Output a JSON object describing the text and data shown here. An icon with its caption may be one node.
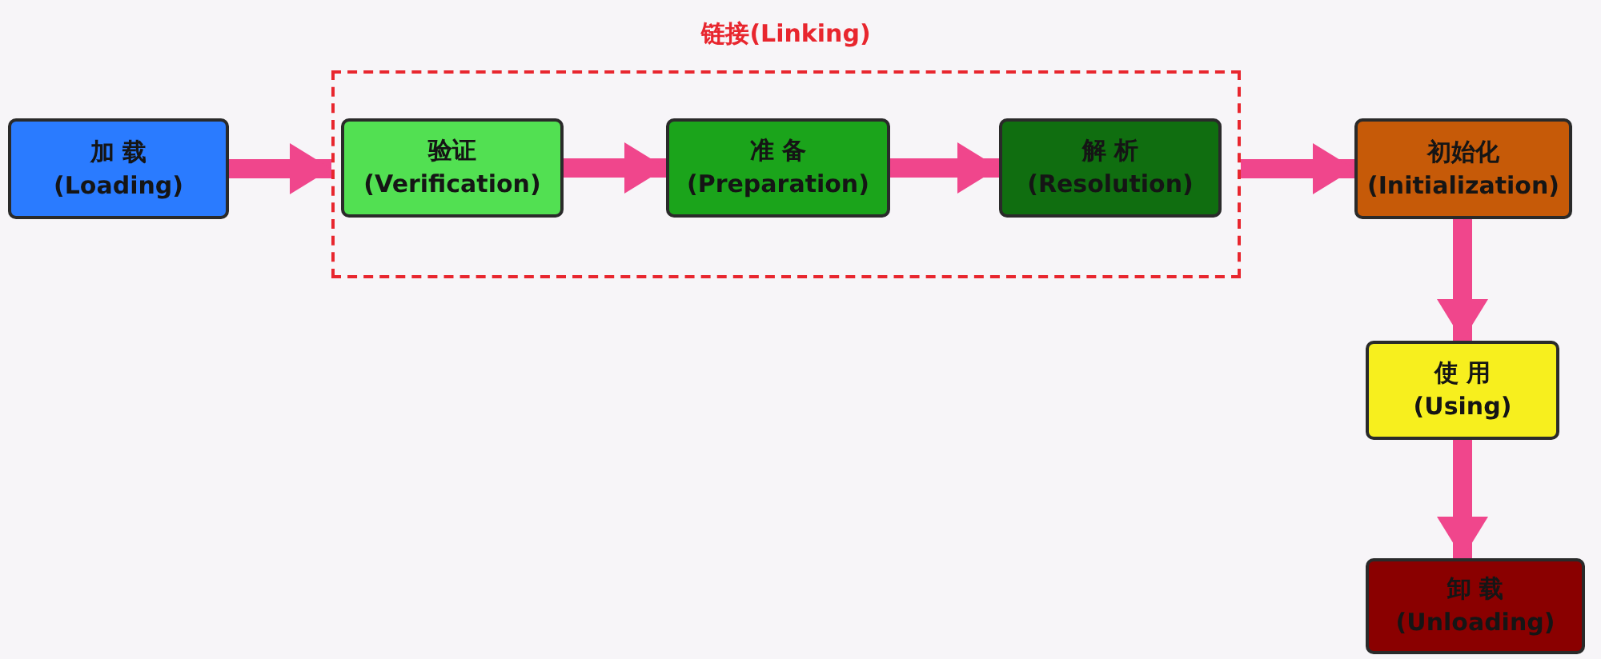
{
  "diagram": {
    "nodes": [
      {
        "text": [
          "加 载",
          "(Loading)"
        ]
      },
      {
        "text": [
          "链接(Linking)"
        ]
      },
      {
        "text": [
          "验证",
          "(Verification)"
        ],
        "in": 1
      },
      {
        "text": [
          "准 备",
          "(Preparation)"
        ],
        "in": 1
      },
      {
        "text": [
          "解 析",
          "(Resolution)"
        ],
        "in": 1
      },
      {
        "text": [
          "初始化",
          "(Initialization)"
        ]
      },
      {
        "text": [
          "使 用",
          "(Using)"
        ]
      },
      {
        "text": [
          "卸 载",
          "(Unloading)"
        ]
      }
    ],
    "edges": [
      {
        "from": 0,
        "to": 1,
        "arrow": "to"
      },
      {
        "from": 2,
        "to": 3,
        "arrow": "to"
      },
      {
        "from": 3,
        "to": 4,
        "arrow": "to"
      },
      {
        "from": 1,
        "to": 5,
        "arrow": "to"
      },
      {
        "from": 5,
        "to": 6,
        "arrow": "to"
      },
      {
        "from": 6,
        "to": 7,
        "arrow": "to"
      }
    ]
  }
}
